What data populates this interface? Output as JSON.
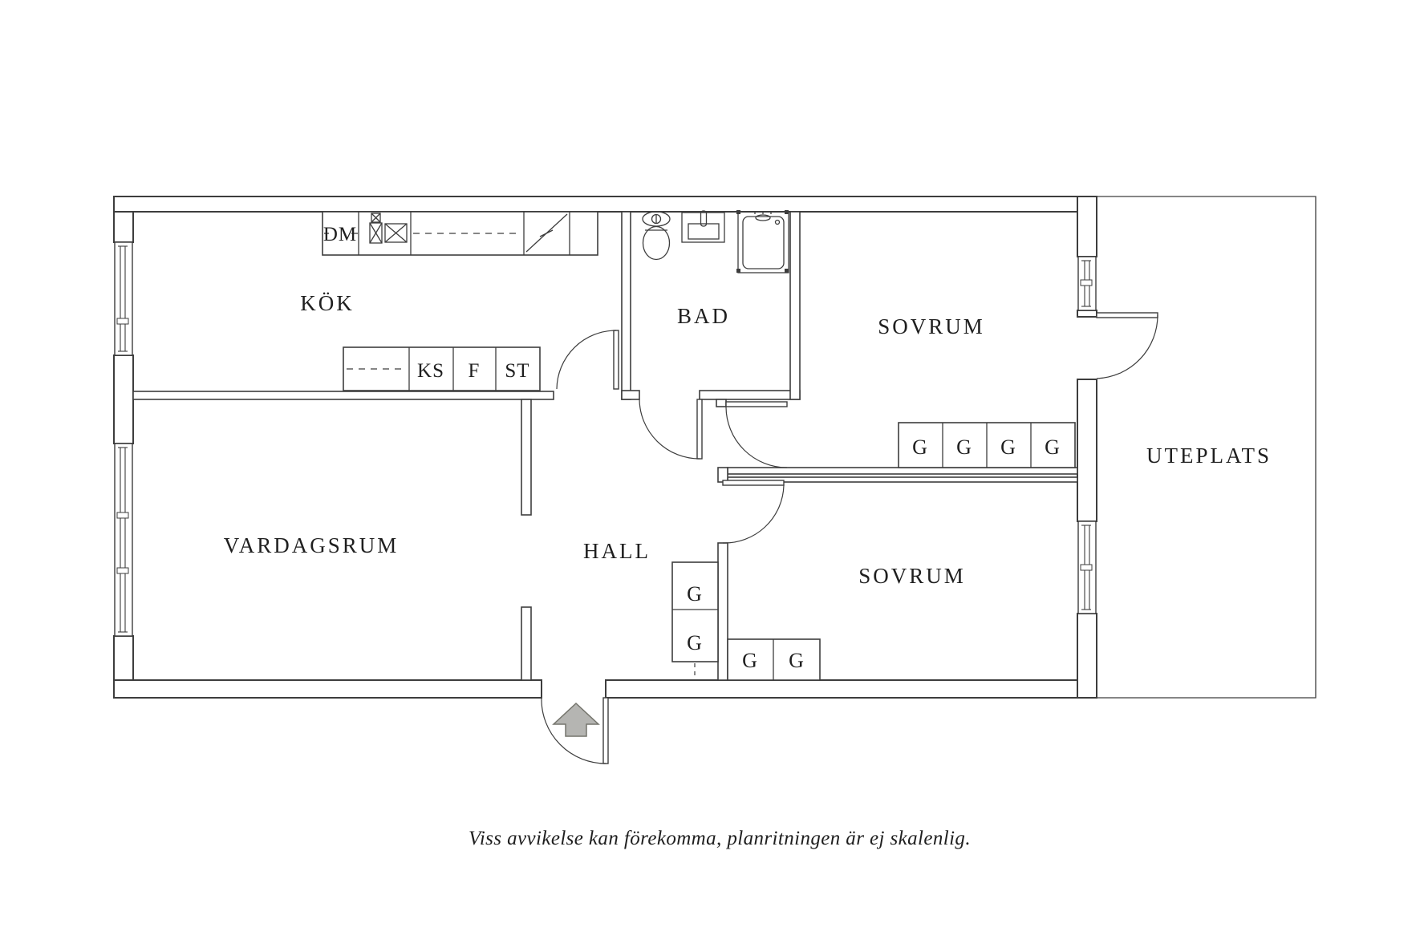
{
  "rooms": {
    "kok": "KÖK",
    "bad": "BAD",
    "sovrum_top": "SOVRUM",
    "vardagsrum": "VARDAGSRUM",
    "hall": "HALL",
    "sovrum_bottom": "SOVRUM",
    "uteplats": "UTEPLATS"
  },
  "appliances": {
    "dm": "DM",
    "ks": "KS",
    "f": "F",
    "st": "ST"
  },
  "wardrobe_label": "G",
  "caption": "Viss avvikelse kan förekomma, planritningen är ej skalenlig.",
  "colors": {
    "line": "#3d3d3d",
    "text": "#1f1f1f",
    "arrow_fill": "#b5b5b2",
    "arrow_stroke": "#75756d",
    "background": "#ffffff"
  }
}
